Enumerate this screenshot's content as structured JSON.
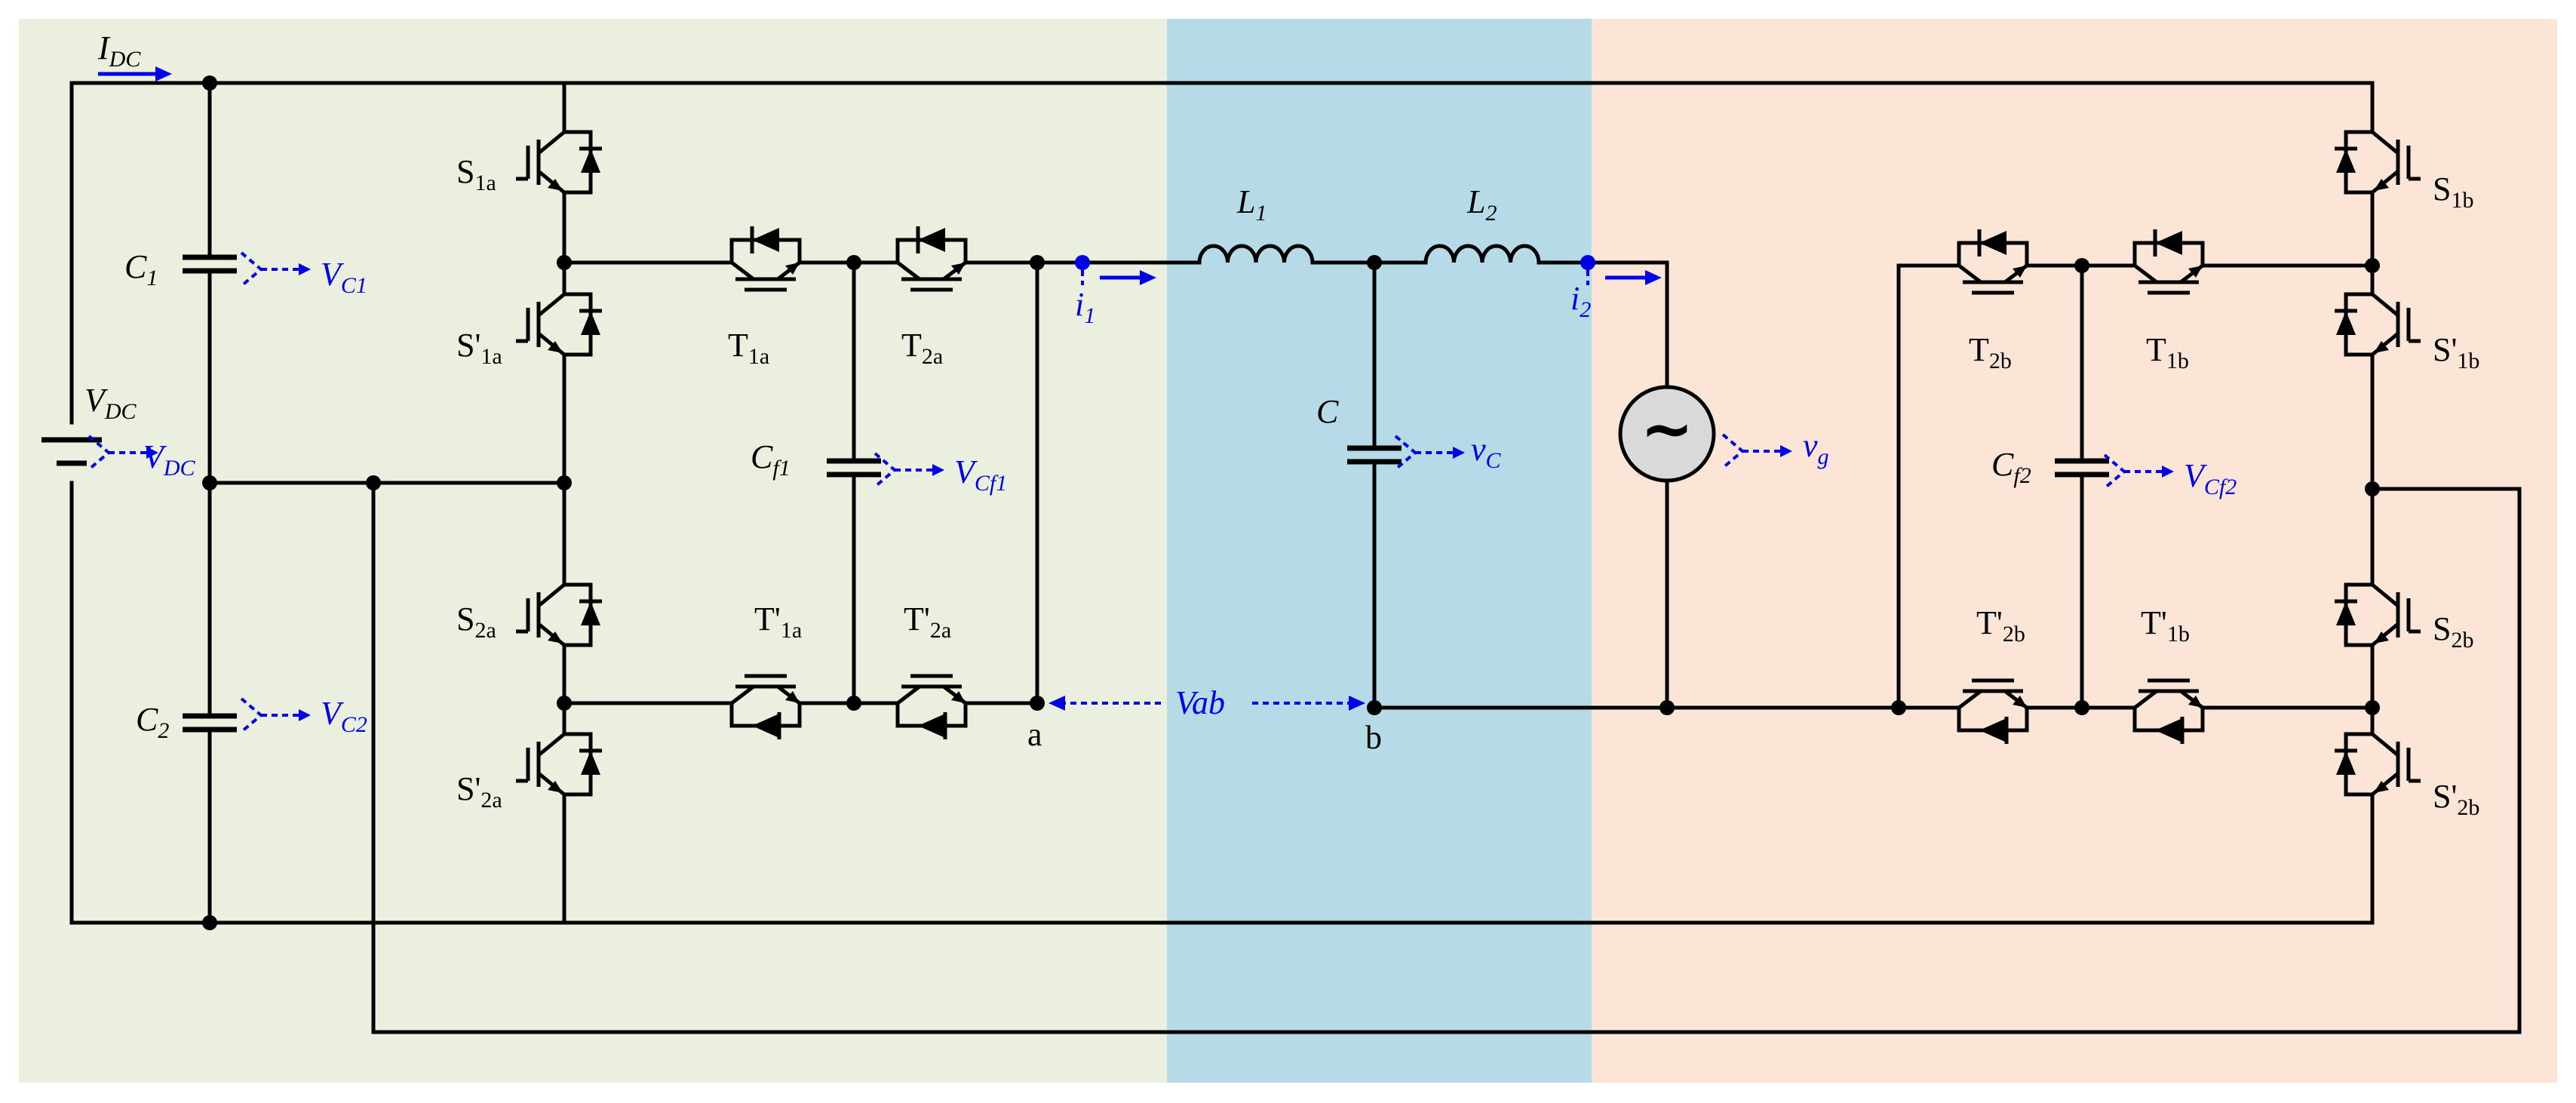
{
  "colors": {
    "left_zone": "#eaefde",
    "middle_zone": "#b6dbe6",
    "right_zone": "#fbe5d7",
    "wire": "#000000",
    "measurement": "#0000e6"
  },
  "labels": {
    "idc": {
      "main": "I",
      "sub": "DC"
    },
    "vdc_src": {
      "main": "V",
      "sub": "DC"
    },
    "vdc_meas": {
      "main": "V",
      "sub": "DC"
    },
    "c1": {
      "main": "C",
      "sub": "1"
    },
    "c2": {
      "main": "C",
      "sub": "2"
    },
    "vc1": {
      "main": "V",
      "sub": "C1"
    },
    "vc2": {
      "main": "V",
      "sub": "C2"
    },
    "s1a": {
      "main": "S",
      "sub": "1a"
    },
    "s1a_p": {
      "main": "S'",
      "sub": "1a"
    },
    "s2a": {
      "main": "S",
      "sub": "2a"
    },
    "s2a_p": {
      "main": "S'",
      "sub": "2a"
    },
    "t1a": {
      "main": "T",
      "sub": "1a"
    },
    "t2a": {
      "main": "T",
      "sub": "2a"
    },
    "t1a_p": {
      "main": "T'",
      "sub": "1a"
    },
    "t2a_p": {
      "main": "T'",
      "sub": "2a"
    },
    "cf1": {
      "main": "C",
      "sub": "f1"
    },
    "vcf1": {
      "main": "V",
      "sub": "Cf1"
    },
    "i1": {
      "main": "i",
      "sub": "1"
    },
    "l1": {
      "main": "L",
      "sub": "1"
    },
    "l2": {
      "main": "L",
      "sub": "2"
    },
    "i2": {
      "main": "i",
      "sub": "2"
    },
    "c": "C",
    "vc": {
      "main": "v",
      "sub": "C"
    },
    "vg": {
      "main": "v",
      "sub": "g"
    },
    "grid_symbol": "~",
    "node_a": "a",
    "node_b": "b",
    "vab": "Vab",
    "t2b": {
      "main": "T",
      "sub": "2b"
    },
    "t1b": {
      "main": "T",
      "sub": "1b"
    },
    "t2b_p": {
      "main": "T'",
      "sub": "2b"
    },
    "t1b_p": {
      "main": "T'",
      "sub": "1b"
    },
    "cf2": {
      "main": "C",
      "sub": "f2"
    },
    "vcf2": {
      "main": "V",
      "sub": "Cf2"
    },
    "s1b": {
      "main": "S",
      "sub": "1b"
    },
    "s1b_p": {
      "main": "S'",
      "sub": "1b"
    },
    "s2b": {
      "main": "S",
      "sub": "2b"
    },
    "s2b_p": {
      "main": "S'",
      "sub": "2b"
    }
  }
}
